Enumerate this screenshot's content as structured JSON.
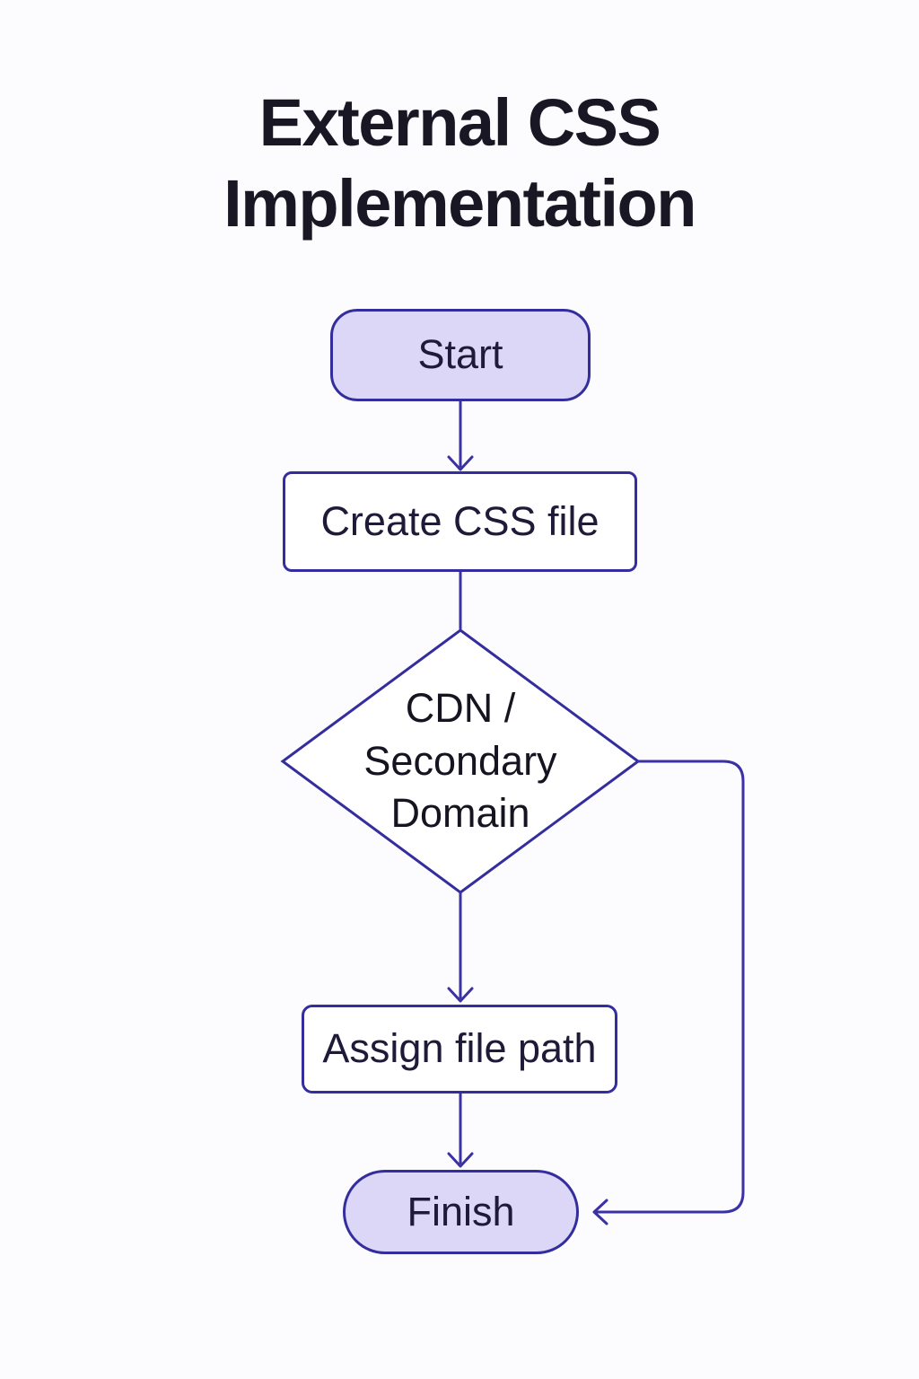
{
  "title": "External CSS Implementation",
  "colors": {
    "background": "#fcfbfe",
    "accent": "#342d9e",
    "edge": "#3a32a4",
    "terminal_fill": "#dcd7f6",
    "process_fill": "#ffffff",
    "decision_fill": "#ffffff",
    "node_text": "#1e1a38",
    "title_text": "#191724"
  },
  "nodes": [
    {
      "id": "start",
      "type": "terminal",
      "label": "Start"
    },
    {
      "id": "create-css-file",
      "type": "process",
      "label": "Create CSS file"
    },
    {
      "id": "cdn-secondary-domain",
      "type": "decision",
      "label": "CDN / Secondary Domain"
    },
    {
      "id": "assign-file-path",
      "type": "process",
      "label": "Assign file path"
    },
    {
      "id": "finish",
      "type": "terminal",
      "label": "Finish"
    }
  ],
  "edges": [
    {
      "from": "start",
      "to": "create-css-file",
      "arrow": true
    },
    {
      "from": "create-css-file",
      "to": "cdn-secondary-domain",
      "arrow": false
    },
    {
      "from": "cdn-secondary-domain",
      "to": "assign-file-path",
      "arrow": true
    },
    {
      "from": "assign-file-path",
      "to": "finish",
      "arrow": true
    },
    {
      "from": "cdn-secondary-domain",
      "to": "finish",
      "route": "right-side-bypass",
      "arrow": true
    }
  ]
}
